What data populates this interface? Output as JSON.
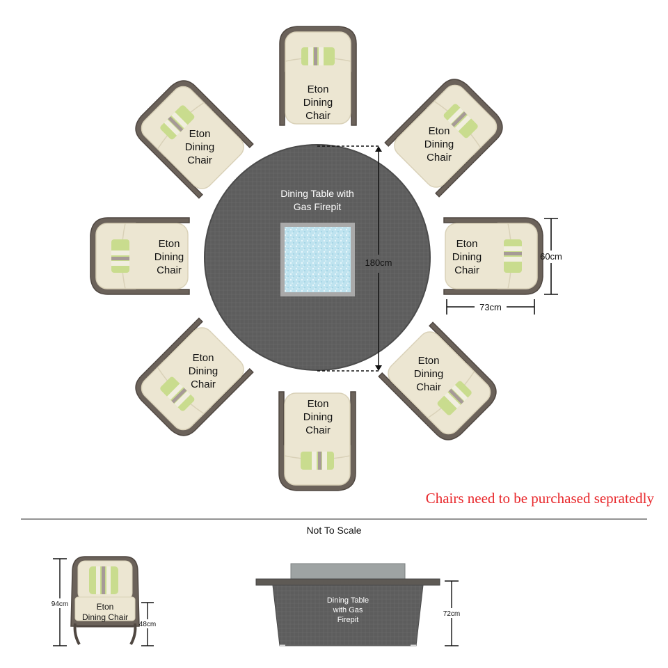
{
  "colors": {
    "wicker": "#6b625a",
    "wicker_dark": "#4f4741",
    "cushion": "#ece6d2",
    "cushion_edge": "#d9d1b8",
    "pillow_green": "#c9dc8e",
    "pillow_cream": "#f1eedf",
    "pillow_mauve": "#a69a97",
    "table": "#5d5d5d",
    "firepit_glass": "#bfe3ef",
    "firepit_frame": "#a9a9a9",
    "line": "#111111",
    "note": "#e8262a"
  },
  "plan": {
    "table_label_line1": "Dining Table with",
    "table_label_line2": "Gas Firepit",
    "chair_label": [
      "Eton",
      "Dining",
      "Chair"
    ],
    "dim_diameter": "180cm",
    "dim_chair_depth": "60cm",
    "dim_chair_width": "73cm"
  },
  "note": "Chairs need to be purchased sepratedly",
  "not_to_scale": "Not To Scale",
  "elevation": {
    "chair_label_line1": "Eton",
    "chair_label_line2": "Dining Chair",
    "chair_height": "94cm",
    "seat_height": "48cm",
    "table_label_line1": "Dining Table",
    "table_label_line2": "with Gas",
    "table_label_line3": "Firepit",
    "table_height": "72cm"
  }
}
